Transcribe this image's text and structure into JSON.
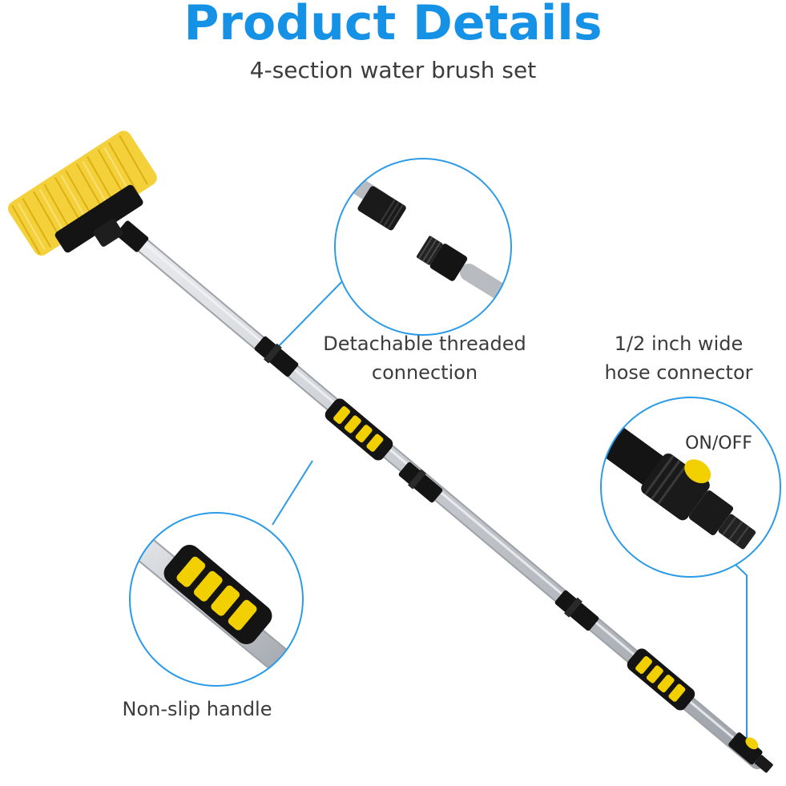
{
  "header": {
    "title": "Product Details",
    "subtitle": "4-section water brush set"
  },
  "callouts": {
    "connection": {
      "line1": "Detachable threaded",
      "line2": "connection"
    },
    "hose": {
      "line1": "1/2 inch wide",
      "line2": "hose connector"
    },
    "switch_label": "ON/OFF",
    "handle": "Non-slip handle"
  },
  "colors": {
    "accent": "#1592e6",
    "callout_ring": "#2b9be8",
    "bristle": "#f4d13a",
    "grip_yellow": "#f2d000",
    "pole": "#c9ccd0",
    "black": "#141414"
  }
}
